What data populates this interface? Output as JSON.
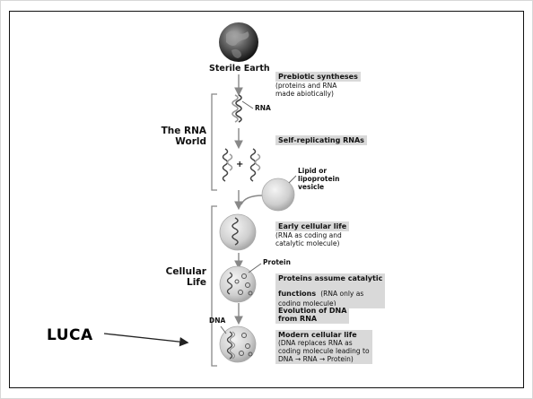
{
  "diagram": {
    "stages": {
      "sterile_earth": "Sterile Earth",
      "rna_world": [
        "The RNA",
        "World"
      ],
      "cellular_life": [
        "Cellular",
        "Life"
      ]
    },
    "labels": {
      "rna": "RNA",
      "lipid": [
        "Lipid or",
        "lipoprotein",
        "vesicle"
      ],
      "protein": "Protein",
      "dna": "DNA",
      "plus": "+"
    },
    "steps": [
      {
        "title": "Prebiotic syntheses",
        "sub": [
          "(proteins and RNA",
          "made abiotically)"
        ]
      },
      {
        "title": "Self-replicating RNAs",
        "sub": []
      },
      {
        "title": "Early cellular life",
        "sub": [
          "(RNA as coding and",
          "catalytic molecule)"
        ]
      },
      {
        "title": [
          "Proteins assume catalytic",
          "functions"
        ],
        "sub": [
          "(RNA only as",
          "coding molecule)"
        ]
      },
      {
        "title": [
          "Evolution of DNA",
          "from RNA"
        ],
        "sub": []
      },
      {
        "title": "Modern cellular life",
        "sub": [
          "(DNA replaces RNA as",
          "coding molecule leading to",
          "DNA → RNA → Protein)"
        ]
      }
    ],
    "annotation": "LUCA"
  }
}
